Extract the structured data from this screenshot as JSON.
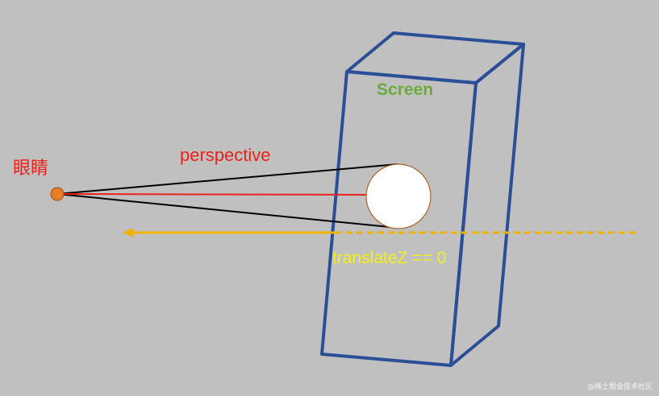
{
  "labels": {
    "screen": "Screen",
    "perspective": "perspective",
    "eye": "眼睛",
    "translate_z": "translateZ  == 0"
  },
  "watermark": "@稀土掘金技术社区",
  "colors": {
    "background": "#c0c0c0",
    "screen_box": "#2a4f96",
    "screen_label": "#6aab3c",
    "perspective_label": "#e8221c",
    "eye_label": "#e8221c",
    "eye_dot": "#e67e2a",
    "sight_line": "#e8221c",
    "cone_lines": "#000000",
    "circle_fill": "#ffffff",
    "circle_stroke": "#b0622a",
    "z_axis": "#f0b400",
    "translate_z_label": "#f4ef1c",
    "watermark": "#ffffff"
  }
}
